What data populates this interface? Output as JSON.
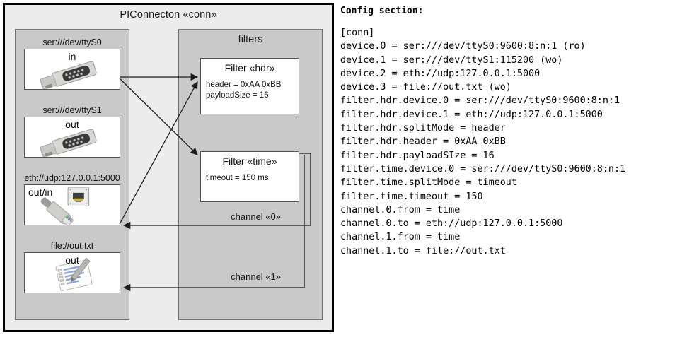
{
  "diagram": {
    "title": "PIConnecton «conn»",
    "devices_group": {
      "name": "devices-group",
      "items": [
        {
          "caption": "ser:///dev/ttyS0",
          "direction": "in",
          "icon": "serial-port-icon"
        },
        {
          "caption": "ser:///dev/ttyS1",
          "direction": "out",
          "icon": "serial-port-icon"
        },
        {
          "caption": "eth://udp:127.0.0.1:5000",
          "direction": "out/in",
          "icon": "ethernet-jack-icon"
        },
        {
          "caption": "file://out.txt",
          "direction": "out",
          "icon": "text-file-icon"
        }
      ]
    },
    "filters_group": {
      "label": "filters",
      "filters": [
        {
          "title": "Filter «hdr»",
          "attributes": [
            "header = 0xAA 0xBB",
            "payloadSize = 16"
          ]
        },
        {
          "title": "Filter «time»",
          "attributes": [
            "timeout = 150 ms"
          ]
        }
      ]
    },
    "channels": [
      {
        "label": "channel «0»"
      },
      {
        "label": "channel «1»"
      }
    ],
    "colors": {
      "outer_border": "#000000",
      "outer_fill": "#ececec",
      "group_fill": "#c9c9c9",
      "group_border": "#707070",
      "box_fill": "#ffffff",
      "box_border": "#555555",
      "edge": "#1a1a1a"
    }
  },
  "config": {
    "heading": "Config section:",
    "lines": [
      "[conn]",
      "device.0 = ser:///dev/ttyS0:9600:8:n:1 (ro)",
      "device.1 = ser:///dev/ttyS1:115200 (wo)",
      "device.2 = eth://udp:127.0.0.1:5000",
      "device.3 = file://out.txt (wo)",
      "filter.hdr.device.0 = ser:///dev/ttyS0:9600:8:n:1",
      "filter.hdr.device.1 = eth://udp:127.0.0.1:5000",
      "filter.hdr.splitMode = header",
      "filter.hdr.header = 0xAA 0xBB",
      "filter.hdr.payloadSIze = 16",
      "filter.time.device.0 = ser:///dev/ttyS0:9600:8:n:1",
      "filter.time.splitMode = timeout",
      "filter.time.timeout = 150",
      "channel.0.from = time",
      "channel.0.to = eth://udp:127.0.0.1:5000",
      "channel.1.from = time",
      "channel.1.to = file://out.txt"
    ]
  }
}
